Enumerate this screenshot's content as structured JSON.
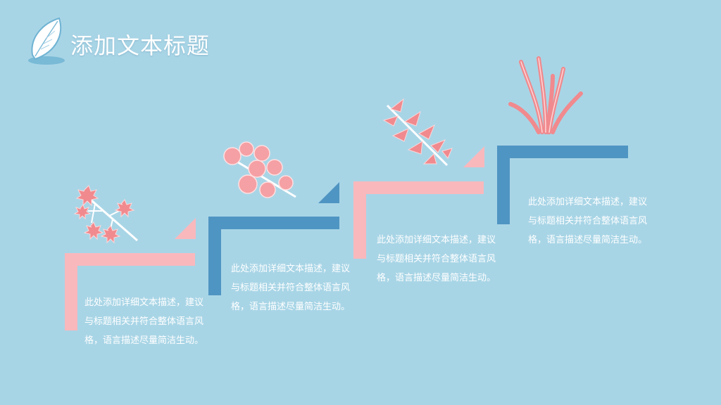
{
  "title": "添加文本标题",
  "steps": [
    {
      "text": "此处添加详细文本描述，建议与标题相关并符合整体语言风格，语言描述尽量简洁生动。"
    },
    {
      "text": "此处添加详细文本描述，建议与标题相关并符合整体语言风格，语言描述尽量简洁生动。"
    },
    {
      "text": "此处添加详细文本描述，建议与标题相关并符合整体语言风格，语言描述尽量简洁生动。"
    },
    {
      "text": "此处添加详细文本描述，建议与标题相关并符合整体语言风格，语言描述尽量简洁生动。"
    }
  ],
  "colors": {
    "background": "#a8d5e6",
    "pink": "#f9b8bc",
    "blue": "#4f95c3",
    "flower": "#f08a8e"
  }
}
